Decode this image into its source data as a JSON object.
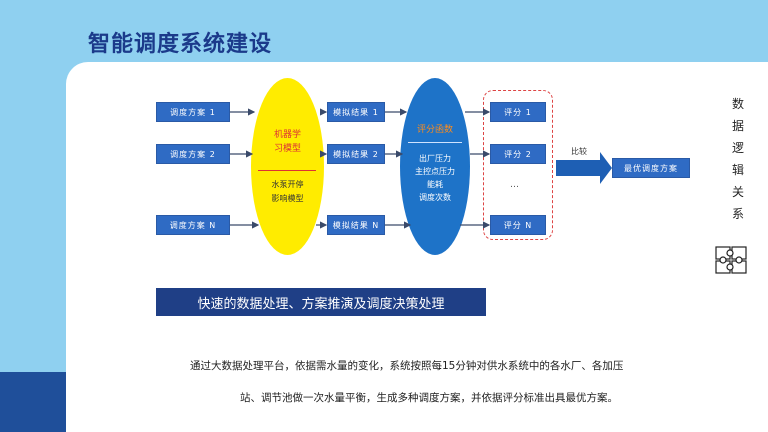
{
  "title": "智能调度系统建设",
  "schemes": [
    "调度方案 1",
    "调度方案 2",
    "调度方案 N"
  ],
  "model_box": {
    "title_line1": "机器学",
    "title_line2": "习模型",
    "sub_line1": "水泵开停",
    "sub_line2": "影响模型"
  },
  "results": [
    "模拟结果 1",
    "模拟结果 2",
    "模拟结果 N"
  ],
  "eval": {
    "title": "评分函数",
    "line1": "出厂压力",
    "line2": "主控点压力",
    "line3": "能耗",
    "line4": "调度次数"
  },
  "scores": [
    "评分 1",
    "评分 2",
    "评分 N"
  ],
  "ellipsis": "…",
  "compare_label": "比较",
  "best": "最优调度方案",
  "side_text": [
    "数",
    "据",
    "逻",
    "辑",
    "关",
    "系"
  ],
  "banner": "快速的数据处理、方案推演及调度决策处理",
  "paragraph": {
    "line1": "通过大数据处理平台，依据需水量的变化，系统按照每15分钟对供水系统中的各水厂、各加压",
    "line2": "站、调节池做一次水量平衡，生成多种调度方案，并依据评分标准出具最优方案。"
  }
}
